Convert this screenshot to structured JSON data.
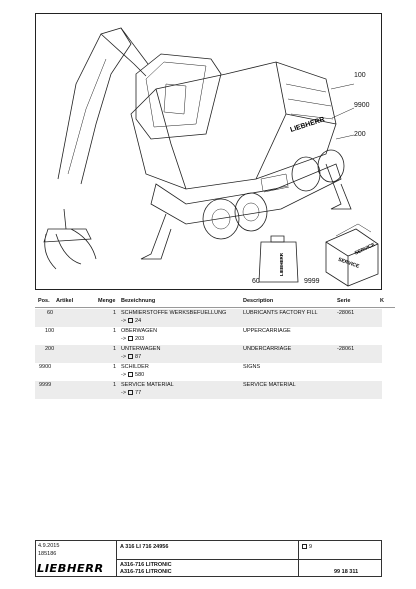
{
  "figure": {
    "callouts": [
      "100",
      "9900",
      "200",
      "60",
      "9999"
    ],
    "machine_brand_text": "LIEBHERR",
    "canister_label": "LIEBHERR",
    "box_label_top": "SERVICE",
    "box_label_side": "SERVICE"
  },
  "table": {
    "headers": {
      "pos": "Pos.",
      "artikel": "Artikel",
      "menge": "Menge",
      "bezeichnung": "Bezeichnung",
      "description": "Description",
      "serie": "Serie",
      "k": "K"
    },
    "rows": [
      {
        "pos": "60",
        "artikel": "",
        "menge": "1",
        "bezeichnung": "SCHMIERSTOFFE WERKSBEFUELLUNG",
        "ref_page": "24",
        "description": "LUBRICANTS FACTORY FILL",
        "serie": "-28061"
      },
      {
        "pos": "100",
        "artikel": "",
        "menge": "1",
        "bezeichnung": "OBERWAGEN",
        "ref_page": "203",
        "description": "UPPERCARRIAGE",
        "serie": ""
      },
      {
        "pos": "200",
        "artikel": "",
        "menge": "1",
        "bezeichnung": "UNTERWAGEN",
        "ref_page": "87",
        "description": "UNDERCARRIAGE",
        "serie": "-28061"
      },
      {
        "pos": "9900",
        "artikel": "",
        "menge": "1",
        "bezeichnung": "SCHILDER",
        "ref_page": "580",
        "description": "SIGNS",
        "serie": ""
      },
      {
        "pos": "9999",
        "artikel": "",
        "menge": "1",
        "bezeichnung": "SERVICE MATERIAL",
        "ref_page": "77",
        "description": "SERVICE MATERIAL",
        "serie": ""
      }
    ],
    "ref_arrow": "->"
  },
  "footer": {
    "date": "4.9.2015",
    "number": "185186",
    "doc_code": "A  316  LI  716  24956",
    "page_ref": "9",
    "model_line1": "A316-716 LITRONIC",
    "model_line2": "A316-716 LITRONIC",
    "part_number": "99 18 311",
    "logo_text": "LIEBHERR"
  }
}
